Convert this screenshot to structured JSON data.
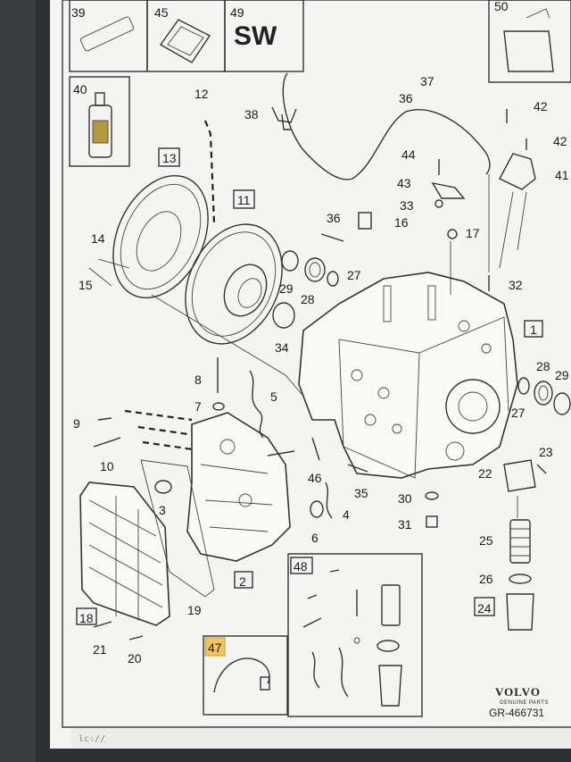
{
  "diagram": {
    "callouts": [
      {
        "id": "c39",
        "text": "39"
      },
      {
        "id": "c45",
        "text": "45"
      },
      {
        "id": "c49",
        "text": "49"
      },
      {
        "id": "c50",
        "text": "50"
      },
      {
        "id": "c40",
        "text": "40"
      },
      {
        "id": "c12",
        "text": "12"
      },
      {
        "id": "c38",
        "text": "38"
      },
      {
        "id": "c36a",
        "text": "36"
      },
      {
        "id": "c37",
        "text": "37"
      },
      {
        "id": "c42a",
        "text": "42"
      },
      {
        "id": "c42b",
        "text": "42"
      },
      {
        "id": "c44",
        "text": "44"
      },
      {
        "id": "c41",
        "text": "41"
      },
      {
        "id": "c43",
        "text": "43"
      },
      {
        "id": "c33",
        "text": "33"
      },
      {
        "id": "c13",
        "text": "13"
      },
      {
        "id": "c11",
        "text": "11"
      },
      {
        "id": "c36b",
        "text": "36"
      },
      {
        "id": "c16",
        "text": "16"
      },
      {
        "id": "c17",
        "text": "17"
      },
      {
        "id": "c14",
        "text": "14"
      },
      {
        "id": "c15",
        "text": "15"
      },
      {
        "id": "c27a",
        "text": "27"
      },
      {
        "id": "c29a",
        "text": "29"
      },
      {
        "id": "c28a",
        "text": "28"
      },
      {
        "id": "c32",
        "text": "32"
      },
      {
        "id": "c34",
        "text": "34"
      },
      {
        "id": "c1",
        "text": "1"
      },
      {
        "id": "c8",
        "text": "8"
      },
      {
        "id": "c5",
        "text": "5"
      },
      {
        "id": "c7",
        "text": "7"
      },
      {
        "id": "c28b",
        "text": "28"
      },
      {
        "id": "c29b",
        "text": "29"
      },
      {
        "id": "c27b",
        "text": "27"
      },
      {
        "id": "c9",
        "text": "9"
      },
      {
        "id": "c10",
        "text": "10"
      },
      {
        "id": "c23",
        "text": "23"
      },
      {
        "id": "c22",
        "text": "22"
      },
      {
        "id": "c46",
        "text": "46"
      },
      {
        "id": "c35",
        "text": "35"
      },
      {
        "id": "c3",
        "text": "3"
      },
      {
        "id": "c30",
        "text": "30"
      },
      {
        "id": "c4",
        "text": "4"
      },
      {
        "id": "c31",
        "text": "31"
      },
      {
        "id": "c6",
        "text": "6"
      },
      {
        "id": "c25",
        "text": "25"
      },
      {
        "id": "c48",
        "text": "48"
      },
      {
        "id": "c2",
        "text": "2"
      },
      {
        "id": "c26",
        "text": "26"
      },
      {
        "id": "c19",
        "text": "19"
      },
      {
        "id": "c24",
        "text": "24"
      },
      {
        "id": "c18",
        "text": "18"
      },
      {
        "id": "c21",
        "text": "21"
      },
      {
        "id": "c20",
        "text": "20"
      },
      {
        "id": "c47",
        "text": "47"
      }
    ],
    "sw_text": "SW",
    "brand": "VOLVO",
    "brand_sub": "GENUINE PARTS",
    "ref_code": "GR-466731",
    "url_fragment": "lc://",
    "highlight_color": "#f3c35c"
  }
}
